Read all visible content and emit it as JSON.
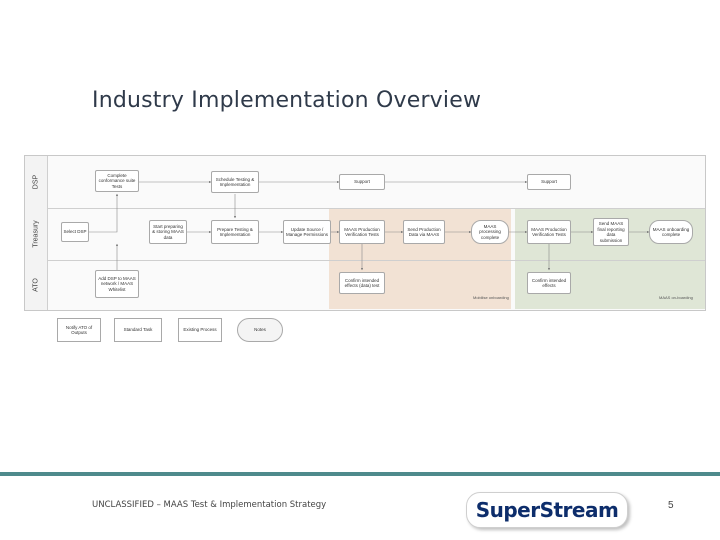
{
  "title": "Industry Implementation Overview",
  "lanes": [
    "DSP",
    "Treasury",
    "ATO"
  ],
  "nodes": {
    "n1": "Complete conformance suite Tests",
    "n2": "Schedule Testing & Implementation",
    "n3": "Support",
    "n4": "Support",
    "n5": "Select DSP",
    "n6": "Start preparing & storing MAAS data",
    "n7": "Prepare Testing & Implementation",
    "n8": "Update Source / Manage Permissions",
    "n9": "MAAS Production Verification Tests",
    "n10": "Send Production Data via MAAS",
    "n11": "MAAS processing complete",
    "n12": "MAAS Production Verification Tests",
    "n13": "Send MAAS final reporting data submission",
    "n14": "MAAS onboarding complete",
    "n15": "Add DSP to MAAS network / MAAS Whitelist",
    "n16": "Confirm intended effects (data) test",
    "n17": "Confirm intended effects"
  },
  "zones": {
    "orange_label": "Mobilise onboarding",
    "green_label": "MAAS on-boarding"
  },
  "legend": {
    "l1": "Notify ATO of Outputs",
    "l2": "Standard Task",
    "l3": "Existing Process",
    "l4": "Notes"
  },
  "footer": {
    "classification": "UNCLASSIFIED – MAAS Test & Implementation Strategy",
    "logo": "SuperStream",
    "page": "5"
  },
  "colors": {
    "footer_bar": "#4e8a8c",
    "logo_text": "#0d2d6b",
    "zone_orange": "#f2e2d4",
    "zone_green": "#dfe6d6"
  }
}
